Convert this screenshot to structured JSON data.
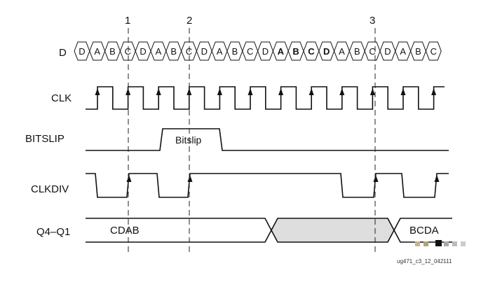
{
  "markers": [
    "1",
    "2",
    "3"
  ],
  "signals": {
    "d": "D",
    "clk": "CLK",
    "bitslip": "BITSLIP",
    "clkdiv": "CLKDIV",
    "q": "Q4–Q1"
  },
  "d_sequence": [
    "D",
    "A",
    "B",
    "C",
    "D",
    "A",
    "B",
    "C",
    "D",
    "A",
    "B",
    "C",
    "D",
    "A",
    "B",
    "C",
    "D",
    "A",
    "B",
    "C",
    "D",
    "A",
    "B",
    "C"
  ],
  "d_bold": [
    13,
    14,
    15,
    16
  ],
  "bitslip_label": "Bitslip",
  "q_values": [
    "CDAB",
    "BCDA"
  ],
  "figure_id": "ug471_c3_12_042111"
}
